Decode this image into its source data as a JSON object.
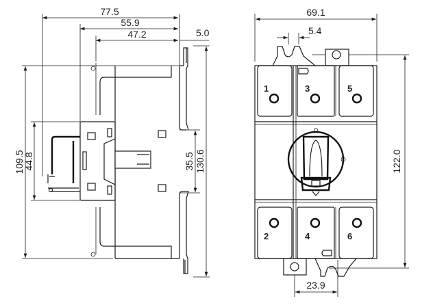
{
  "side_view": {
    "dimensions": {
      "overall_depth": "77.5",
      "depth_to_front": "55.9",
      "depth_to_body": "47.2",
      "rail_clip": "5.0",
      "body_height": "109.5",
      "handle_height": "44.8",
      "din_rail": "35.5",
      "overall_height": "130.6"
    }
  },
  "front_view": {
    "dimensions": {
      "width": "69.1",
      "slot_width": "5.4",
      "mounting_height": "122.0",
      "mounting_spacing": "23.9"
    },
    "terminals_top": [
      "1",
      "3",
      "5"
    ],
    "terminals_bottom": [
      "2",
      "4",
      "6"
    ]
  }
}
